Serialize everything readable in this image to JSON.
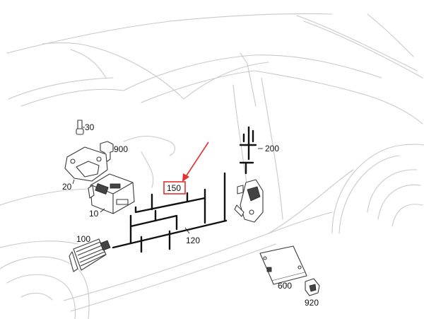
{
  "diagram": {
    "callouts": [
      {
        "id": "30",
        "label": "30"
      },
      {
        "id": "900",
        "label": "900"
      },
      {
        "id": "20",
        "label": "20"
      },
      {
        "id": "10",
        "label": "10"
      },
      {
        "id": "150",
        "label": "150"
      },
      {
        "id": "200",
        "label": "200"
      },
      {
        "id": "120",
        "label": "120"
      },
      {
        "id": "100",
        "label": "100"
      },
      {
        "id": "600",
        "label": "600"
      },
      {
        "id": "920",
        "label": "920"
      }
    ],
    "highlight": {
      "callout": "150",
      "box_color": "#e53030",
      "arrow_color": "#e53030"
    },
    "line_color": "#111111",
    "outline_color": "#c9c9c9"
  }
}
